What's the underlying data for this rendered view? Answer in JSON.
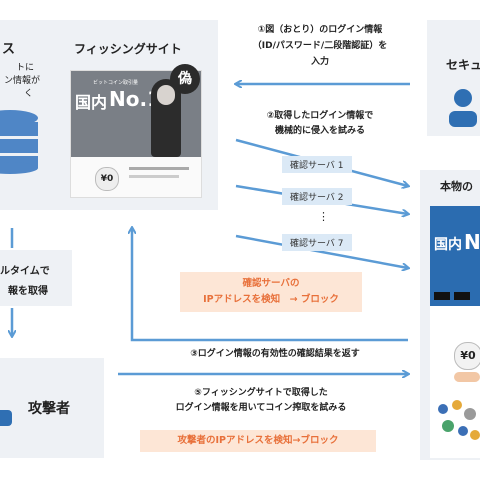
{
  "colors": {
    "arrow": "#5b9bd5",
    "accent": "#2f6fb3",
    "warn": "#e8703a",
    "panel": "#eef1f5"
  },
  "left_top": {
    "title": "ス",
    "desc_l1": "トに",
    "desc_l2": "ン情報が",
    "desc_l3": "く"
  },
  "phishing": {
    "title": "フィッシングサイト",
    "fake_badge": "偽",
    "banner_small": "ビットコイン取引量",
    "banner_big_a": "国内",
    "banner_big_b": "No.1",
    "coin": "¥0"
  },
  "step1": {
    "l1": "①図（おとり）のログイン情報",
    "l2": "（ID/パスワード/二段階認証）を",
    "l3": "入力"
  },
  "step2": {
    "l1": "②取得したログイン情報で",
    "l2": "機械的に侵入を試みる"
  },
  "servers": [
    "確認サーバ 1",
    "確認サーバ 2",
    "⋮",
    "確認サーバ 7"
  ],
  "block1": {
    "l1": "確認サーバの",
    "l2": "IPアドレスを検知　→ ブロック"
  },
  "realtime": {
    "l1": "ルタイムで",
    "l2": "報を取得"
  },
  "step3": "③ログイン情報の有効性の確認結果を返す",
  "attacker": "攻撃者",
  "step5": {
    "l1": "⑤フィッシングサイトで取得した",
    "l2": "ログイン情報を用いてコイン搾取を試みる"
  },
  "block2": "攻撃者のIPアドレスを検知→ブロック",
  "security": {
    "title": "セキュ"
  },
  "real": {
    "title": "本物の",
    "banner_big_a": "国内",
    "banner_big_b": "No",
    "coin": "¥0"
  }
}
